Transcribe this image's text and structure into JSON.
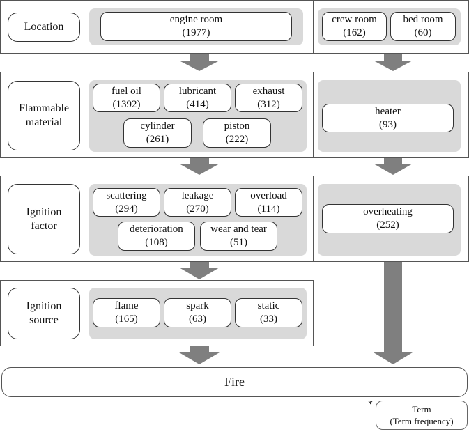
{
  "stages": {
    "location": "Location",
    "flammable": [
      "Flammable",
      "material"
    ],
    "factor": [
      "Ignition",
      "factor"
    ],
    "source": [
      "Ignition",
      "source"
    ]
  },
  "terms": {
    "engine_room": {
      "name": "engine room",
      "freq": "(1977)"
    },
    "crew_room": {
      "name": "crew room",
      "freq": "(162)"
    },
    "bed_room": {
      "name": "bed room",
      "freq": "(60)"
    },
    "fuel_oil": {
      "name": "fuel oil",
      "freq": "(1392)"
    },
    "lubricant": {
      "name": "lubricant",
      "freq": "(414)"
    },
    "exhaust": {
      "name": "exhaust",
      "freq": "(312)"
    },
    "cylinder": {
      "name": "cylinder",
      "freq": "(261)"
    },
    "piston": {
      "name": "piston",
      "freq": "(222)"
    },
    "heater": {
      "name": "heater",
      "freq": "(93)"
    },
    "scattering": {
      "name": "scattering",
      "freq": "(294)"
    },
    "leakage": {
      "name": "leakage",
      "freq": "(270)"
    },
    "overload": {
      "name": "overload",
      "freq": "(114)"
    },
    "deterioration": {
      "name": "deterioration",
      "freq": "(108)"
    },
    "wear_and_tear": {
      "name": "wear and tear",
      "freq": "(51)"
    },
    "overheating": {
      "name": "overheating",
      "freq": "(252)"
    },
    "flame": {
      "name": "flame",
      "freq": "(165)"
    },
    "spark": {
      "name": "spark",
      "freq": "(63)"
    },
    "static": {
      "name": "static",
      "freq": "(33)"
    }
  },
  "outcome": "Fire",
  "legend": {
    "marker": "*",
    "term": "Term",
    "freq": "(Term frequency)"
  },
  "colors": {
    "panel_fill": "#d9d9d9",
    "arrow": "#7f7f7f",
    "border": "#555555"
  }
}
